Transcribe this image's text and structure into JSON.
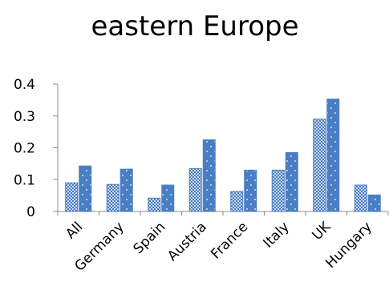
{
  "chart_data": {
    "type": "bar",
    "title": "eastern Europe",
    "xlabel": "",
    "ylabel": "",
    "categories": [
      "All",
      "Germany",
      "Spain",
      "Austria",
      "France",
      "Italy",
      "UK",
      "Hungary"
    ],
    "series": [
      {
        "values": [
          0.09,
          0.085,
          0.042,
          0.135,
          0.063,
          0.13,
          0.29,
          0.083
        ],
        "color": "#4a7ec4",
        "pattern": "checker"
      },
      {
        "values": [
          0.143,
          0.133,
          0.083,
          0.225,
          0.13,
          0.185,
          0.353,
          0.052
        ],
        "color": "#4a7ec4",
        "pattern": "dotted"
      }
    ],
    "ylim": [
      0,
      0.4
    ],
    "yticks": [
      0,
      0.1,
      0.2,
      0.3,
      0.4
    ],
    "ytick_labels": [
      "0",
      "0.1",
      "0.2",
      "0.3",
      "0.4"
    ],
    "grid": false,
    "legend": "none"
  }
}
